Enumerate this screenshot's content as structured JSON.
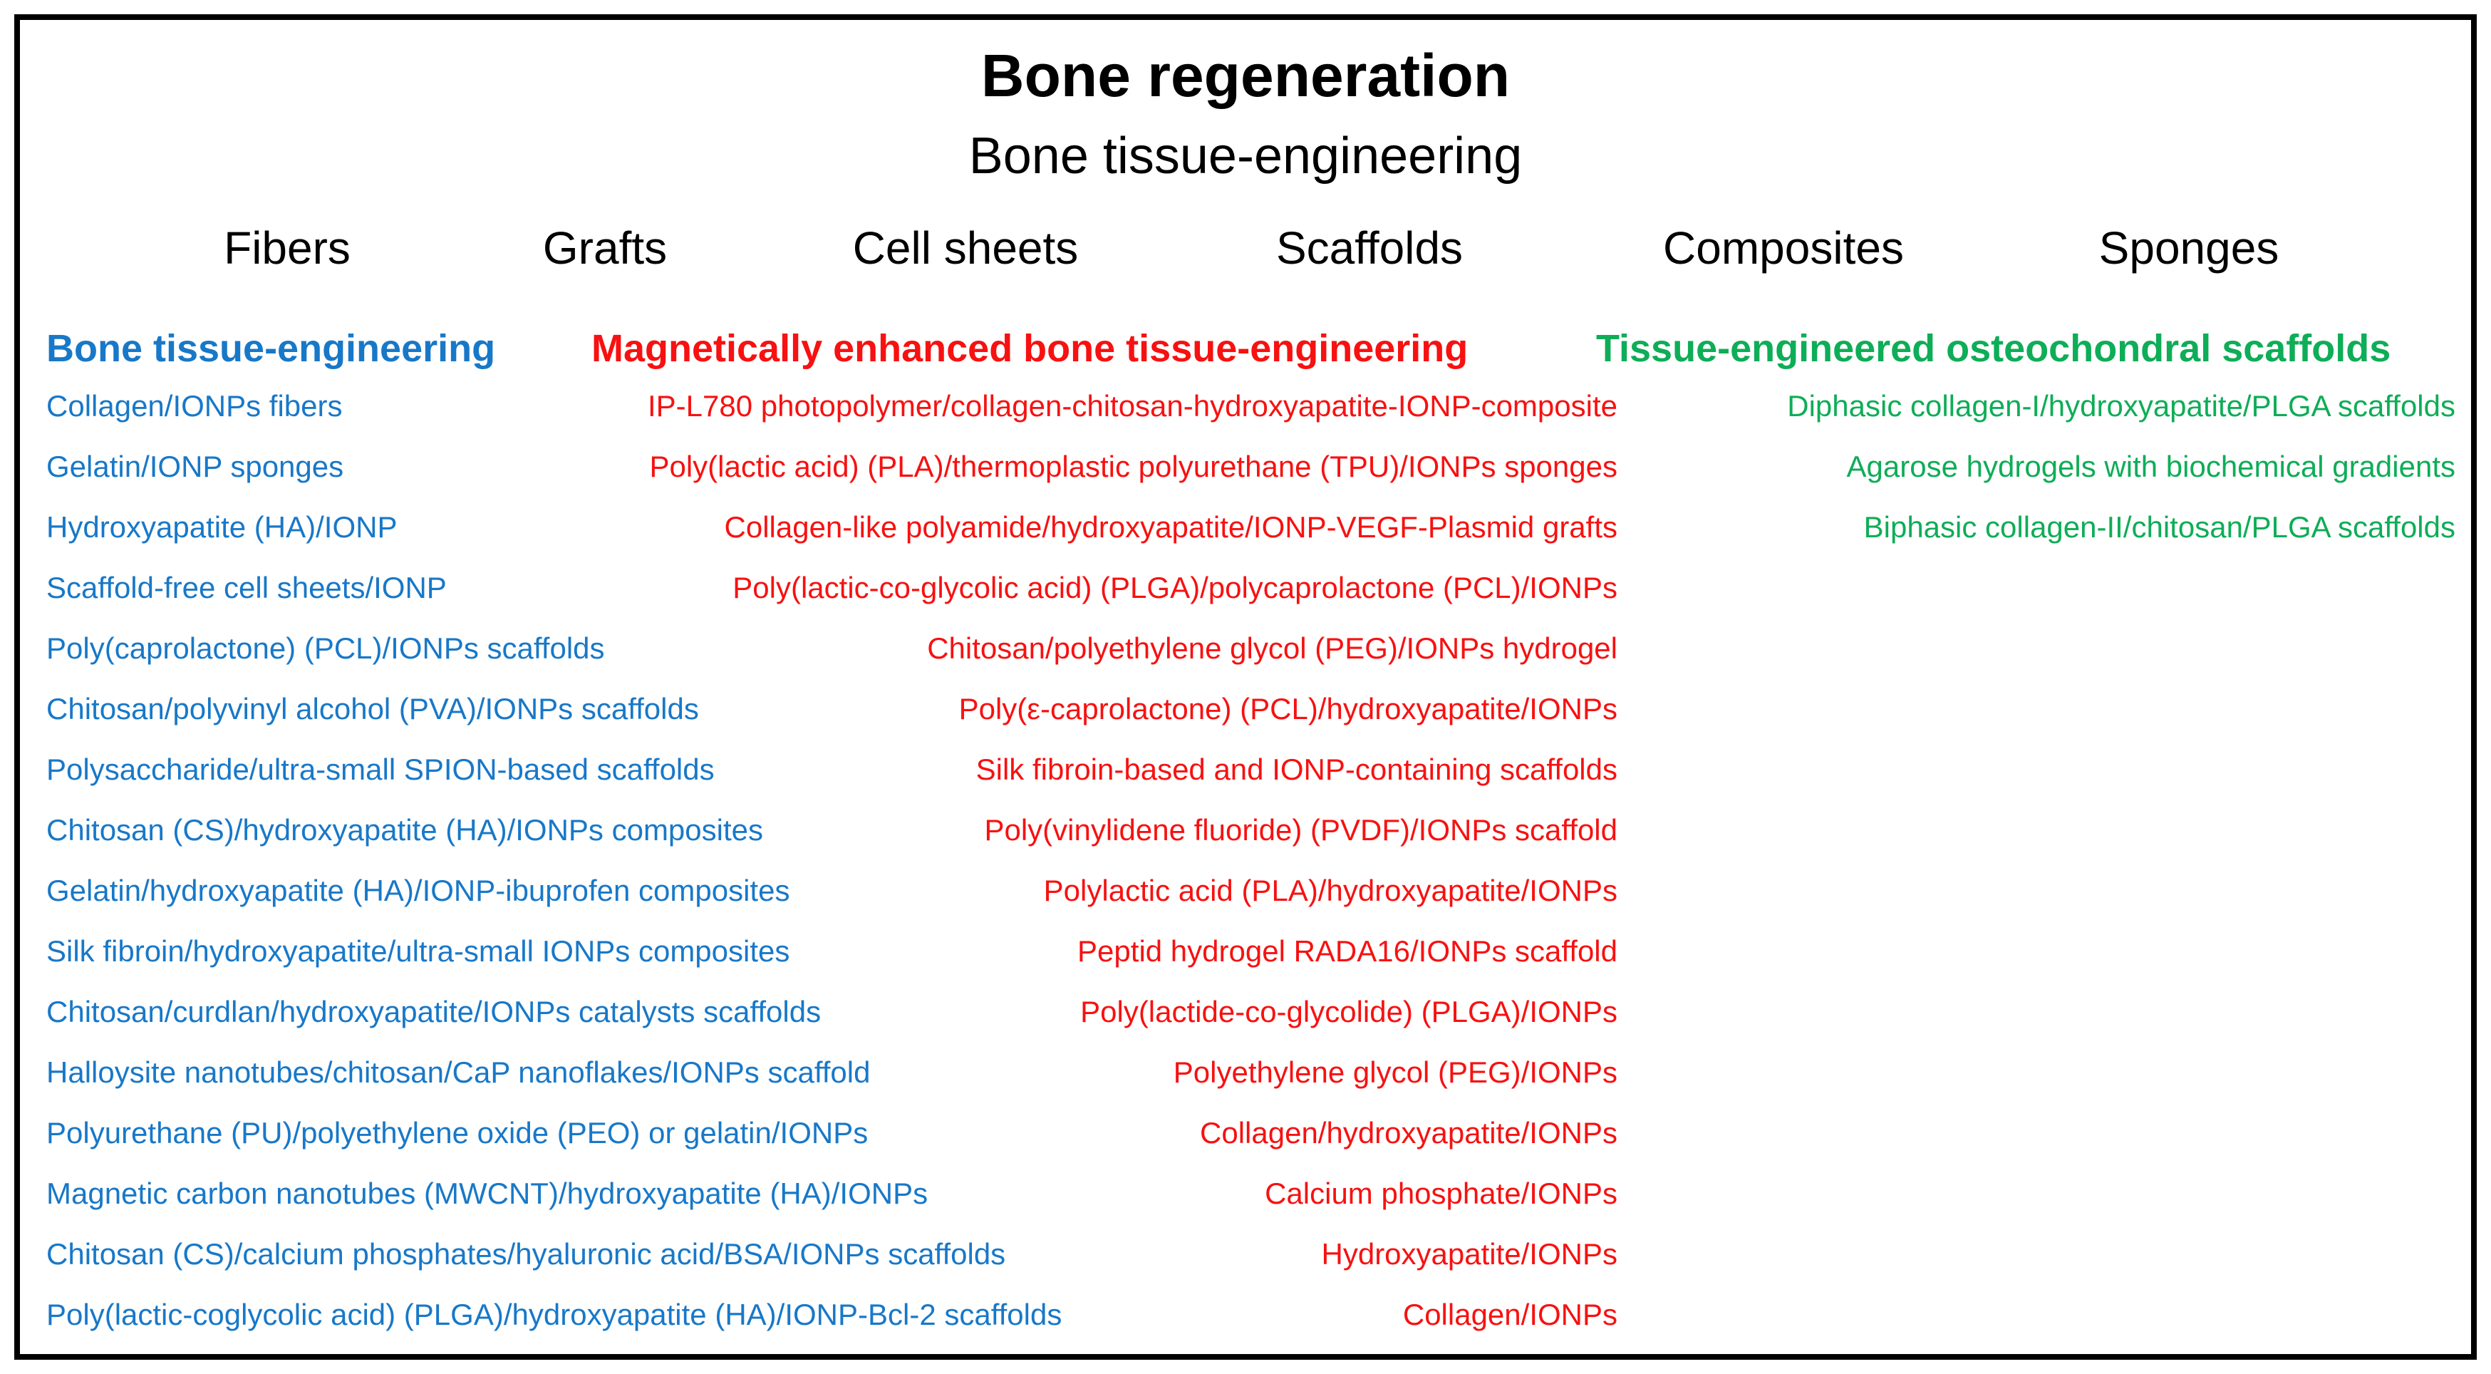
{
  "title": "Bone regeneration",
  "subtitle": "Bone tissue-engineering",
  "categories": [
    "Fibers",
    "Grafts",
    "Cell sheets",
    "Scaffolds",
    "Composites",
    "Sponges"
  ],
  "colors": {
    "blue": "#1878c8",
    "red": "#f71111",
    "green": "#0ead57"
  },
  "columns": [
    {
      "header": "Bone tissue-engineering",
      "color": "#1878c8",
      "items": [
        "Collagen/IONPs fibers",
        "Gelatin/IONP sponges",
        "Hydroxyapatite (HA)/IONP",
        "Scaffold-free cell sheets/IONP",
        "Poly(caprolactone) (PCL)/IONPs scaffolds",
        "Chitosan/polyvinyl alcohol (PVA)/IONPs scaffolds",
        "Polysaccharide/ultra-small SPION-based scaffolds",
        "Chitosan (CS)/hydroxyapatite (HA)/IONPs composites",
        "Gelatin/hydroxyapatite (HA)/IONP-ibuprofen composites",
        "Silk fibroin/hydroxyapatite/ultra-small IONPs composites",
        "Chitosan/curdlan/hydroxyapatite/IONPs catalysts scaffolds",
        "Halloysite nanotubes/chitosan/CaP nanoflakes/IONPs scaffold",
        "Polyurethane (PU)/polyethylene oxide (PEO) or gelatin/IONPs",
        "Magnetic carbon nanotubes (MWCNT)/hydroxyapatite (HA)/IONPs",
        "Chitosan (CS)/calcium phosphates/hyaluronic acid/BSA/IONPs scaffolds",
        "Poly(lactic-coglycolic acid) (PLGA)/hydroxyapatite (HA)/IONP-Bcl-2 scaffolds"
      ]
    },
    {
      "header": "Magnetically enhanced bone tissue-engineering",
      "color": "#f71111",
      "items": [
        "IP-L780 photopolymer/collagen-chitosan-hydroxyapatite-IONP-composite",
        "Poly(lactic acid) (PLA)/thermoplastic polyurethane (TPU)/IONPs sponges",
        "Collagen-like polyamide/hydroxyapatite/IONP-VEGF-Plasmid grafts",
        "Poly(lactic-co-glycolic acid) (PLGA)/polycaprolactone (PCL)/IONPs",
        "Chitosan/polyethylene glycol (PEG)/IONPs hydrogel",
        "Poly(ε-caprolactone) (PCL)/hydroxyapatite/IONPs",
        "Silk fibroin-based and IONP-containing scaffolds",
        "Poly(vinylidene fluoride) (PVDF)/IONPs scaffold",
        "Polylactic acid (PLA)/hydroxyapatite/IONPs",
        "Peptid hydrogel RADA16/IONPs scaffold",
        "Poly(lactide-co-glycolide) (PLGA)/IONPs",
        "Polyethylene glycol (PEG)/IONPs",
        "Collagen/hydroxyapatite/IONPs",
        "Calcium phosphate/IONPs",
        "Hydroxyapatite/IONPs",
        "Collagen/IONPs"
      ]
    },
    {
      "header": "Tissue-engineered osteochondral scaffolds",
      "color": "#0ead57",
      "items": [
        "Diphasic collagen-I/hydroxyapatite/PLGA scaffolds",
        "Agarose hydrogels with biochemical gradients",
        "Biphasic collagen-II/chitosan/PLGA scaffolds"
      ]
    }
  ]
}
